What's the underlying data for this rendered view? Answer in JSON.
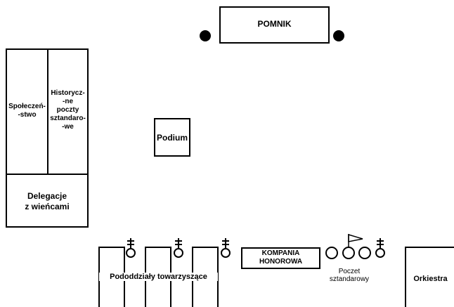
{
  "labels": {
    "monument": "POMNIK",
    "society": "Społeczeń-\n-stwo",
    "banners": "Historycz-\n-ne\npoczty\nsztandaro-\n-we",
    "podium": "Podium",
    "delegations": "Delegacje\nz wieńcami",
    "honor_company": "KOMPANIA\nHONOROWA",
    "subunits": "Pododdziały towarzyszące",
    "color_party": "Poczet\nsztandarowy",
    "orchestra": "Orkiestra"
  },
  "icons": [
    "torch-icon",
    "officer-icon",
    "flag-icon"
  ]
}
